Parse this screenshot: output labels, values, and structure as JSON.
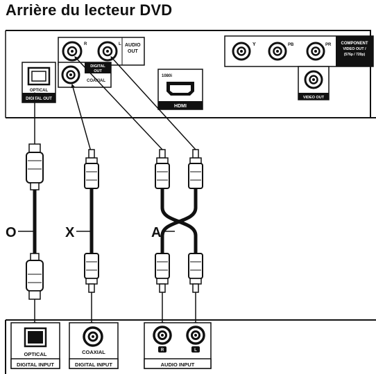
{
  "title": "Arrière du lecteur DVD",
  "player": {
    "audio_out": {
      "label_line1": "AUDIO",
      "label_line2": "OUT",
      "right_mark": "R",
      "left_mark": "L"
    },
    "digital_out": {
      "label_line1": "DIGITAL",
      "label_line2": "OUT",
      "coaxial_label": "COAXIAL"
    },
    "optical_out": {
      "label_line1": "OPTICAL",
      "label_line2": "DIGITAL OUT"
    },
    "hdmi": {
      "resolution": "1080i",
      "label": "HDMI"
    },
    "component": {
      "y": "Y",
      "pb": "PB",
      "pr": "PR",
      "label_line1": "COMPONENT",
      "label_line2": "VIDEO OUT /",
      "label_line3": "(576p / 720p)"
    },
    "video_out": {
      "label": "VIDEO OUT"
    }
  },
  "cables": {
    "optical": "O",
    "coaxial": "X",
    "audio": "A"
  },
  "receiver": {
    "optical_input": {
      "label_line1": "OPTICAL",
      "label_line2": "DIGITAL INPUT"
    },
    "coaxial_input": {
      "label_line1": "COAXIAL",
      "label_line2": "DIGITAL INPUT"
    },
    "audio_input": {
      "label": "AUDIO INPUT",
      "right_mark": "R",
      "left_mark": "L"
    }
  }
}
